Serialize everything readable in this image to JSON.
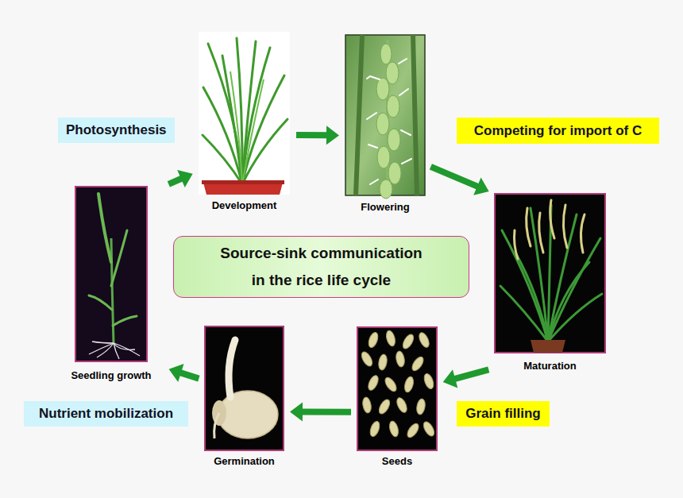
{
  "diagram": {
    "nodes": [
      {
        "text": [
          "Photosynthesis"
        ]
      },
      {
        "text": [
          "Development"
        ]
      },
      {
        "text": [
          "Flowering"
        ]
      },
      {
        "text": [
          "Competing for import of C"
        ]
      },
      {
        "text": [
          "Seedling growth"
        ]
      },
      {
        "text": [
          "Source-sink communication in the rice life cycle"
        ]
      },
      {
        "text": [
          "Maturation"
        ]
      },
      {
        "text": [
          "Nutrient mobilization"
        ]
      },
      {
        "text": [
          "Germination"
        ]
      },
      {
        "text": [
          "Seeds"
        ]
      },
      {
        "text": [
          "Grain filling"
        ]
      }
    ],
    "edges": [
      {
        "from": 1,
        "to": 2,
        "arrow": "to"
      },
      {
        "from": 2,
        "to": 6,
        "arrow": "to"
      },
      {
        "from": 6,
        "to": 9,
        "arrow": "to"
      },
      {
        "from": 9,
        "to": 8,
        "arrow": "to"
      },
      {
        "from": 8,
        "to": 4,
        "arrow": "to"
      },
      {
        "from": 4,
        "to": 1,
        "arrow": "to"
      }
    ]
  }
}
